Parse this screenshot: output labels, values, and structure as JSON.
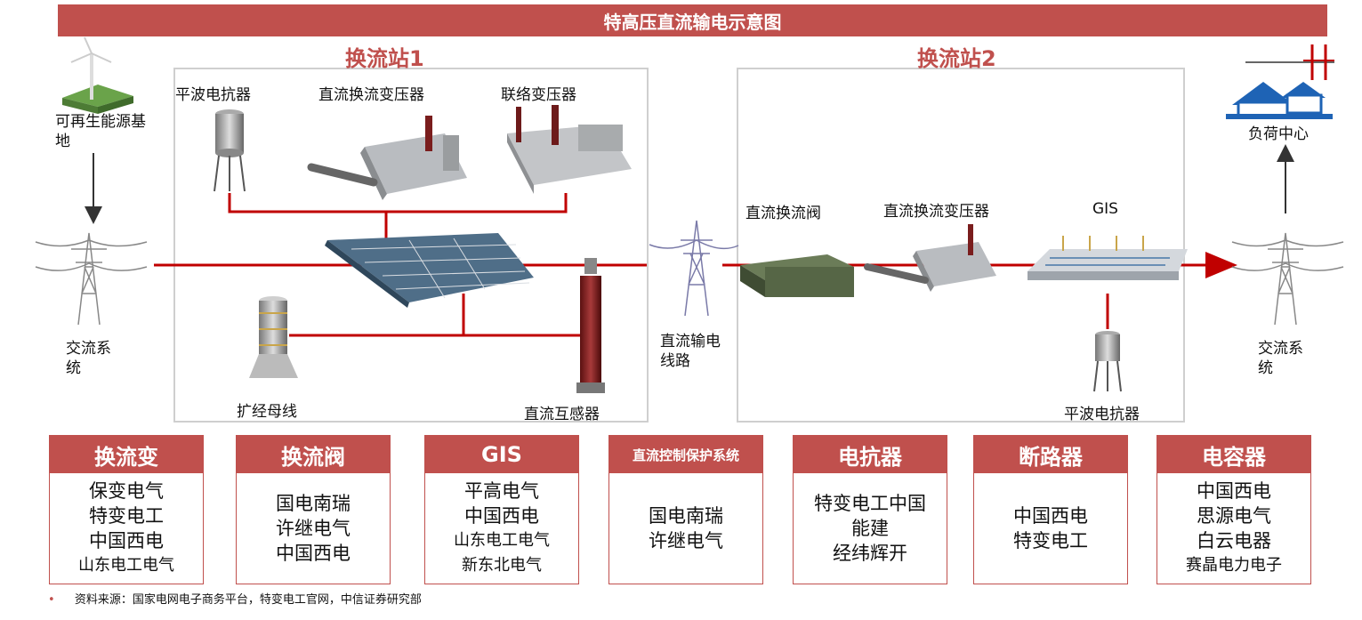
{
  "title": "特高压直流输电示意图",
  "station1": {
    "title": "换流站1",
    "labels": {
      "smoothing_reactor": "平波电抗器",
      "converter_transformer": "直流换流变压器",
      "tie_transformer": "联络变压器",
      "extended_bus": "扩经母线",
      "dc_transformer": "直流互感器"
    }
  },
  "station2": {
    "title": "换流站2",
    "labels": {
      "converter_valve": "直流换流阀",
      "converter_transformer": "直流换流变压器",
      "gis": "GIS",
      "smoothing_reactor": "平波电抗器"
    }
  },
  "left": {
    "renewable": [
      "可再生能源基",
      "地"
    ],
    "ac_system": [
      "交流系",
      "统"
    ]
  },
  "middle": {
    "dc_line": [
      "直流输电",
      "线路"
    ]
  },
  "right": {
    "load_center": "负荷中心",
    "ac_system": [
      "交流系",
      "统"
    ]
  },
  "cards": [
    {
      "title": "换流变",
      "items": [
        "保变电气",
        "特变电工",
        "中国西电",
        "山东电工电气"
      ]
    },
    {
      "title": "换流阀",
      "items": [
        "国电南瑞",
        "许继电气",
        "中国西电"
      ]
    },
    {
      "title": "GIS",
      "items": [
        "平高电气",
        "中国西电",
        "山东电工电气",
        "新东北电气"
      ]
    },
    {
      "title": "直流控制保护系统",
      "items": [
        "国电南瑞",
        "许继电气"
      ]
    },
    {
      "title": "电抗器",
      "items": [
        "特变电工中国",
        "能建",
        "经纬辉开"
      ]
    },
    {
      "title": "断路器",
      "items": [
        "中国西电",
        "特变电工"
      ]
    },
    {
      "title": "电容器",
      "items": [
        "中国西电",
        "思源电气",
        "白云电器",
        "赛晶电力电子"
      ]
    }
  ],
  "footer": {
    "bullet": "•",
    "source": "资料来源：国家电网电子商务平台，特变电工官网，中信证券研究部"
  },
  "colors": {
    "accent": "#c0504d",
    "line": "#c00000",
    "box_border": "#cfcfcf"
  }
}
